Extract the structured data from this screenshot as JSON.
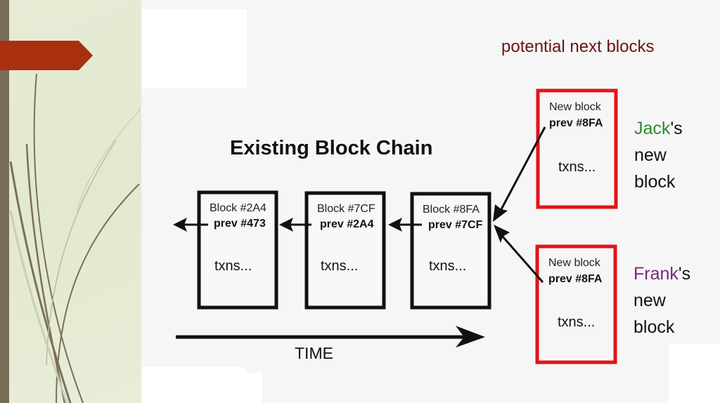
{
  "slide": {
    "accent_color": "#a8300f",
    "sidebar_strip_color": "#786d56"
  },
  "diagram": {
    "heading": "Existing Block Chain",
    "potential_label": "potential next blocks",
    "time_label": "TIME",
    "chain_blocks": [
      {
        "title": "Block #2A4",
        "prev": "prev #473",
        "body": "txns..."
      },
      {
        "title": "Block #7CF",
        "prev": "prev #2A4",
        "body": "txns..."
      },
      {
        "title": "Block #8FA",
        "prev": "prev #7CF",
        "body": "txns..."
      }
    ],
    "candidate_blocks": [
      {
        "title": "New block",
        "prev": "prev #8FA",
        "body": "txns...",
        "owner": "Jack",
        "owner_suffix": "'s",
        "line2": "new",
        "line3": "block",
        "owner_color": "#2e8b2e"
      },
      {
        "title": "New block",
        "prev": "prev #8FA",
        "body": "txns...",
        "owner": "Frank",
        "owner_suffix": "'s",
        "line2": "new",
        "line3": "block",
        "owner_color": "#7a2a7a"
      }
    ],
    "candidate_border_color": "#e0151a"
  }
}
